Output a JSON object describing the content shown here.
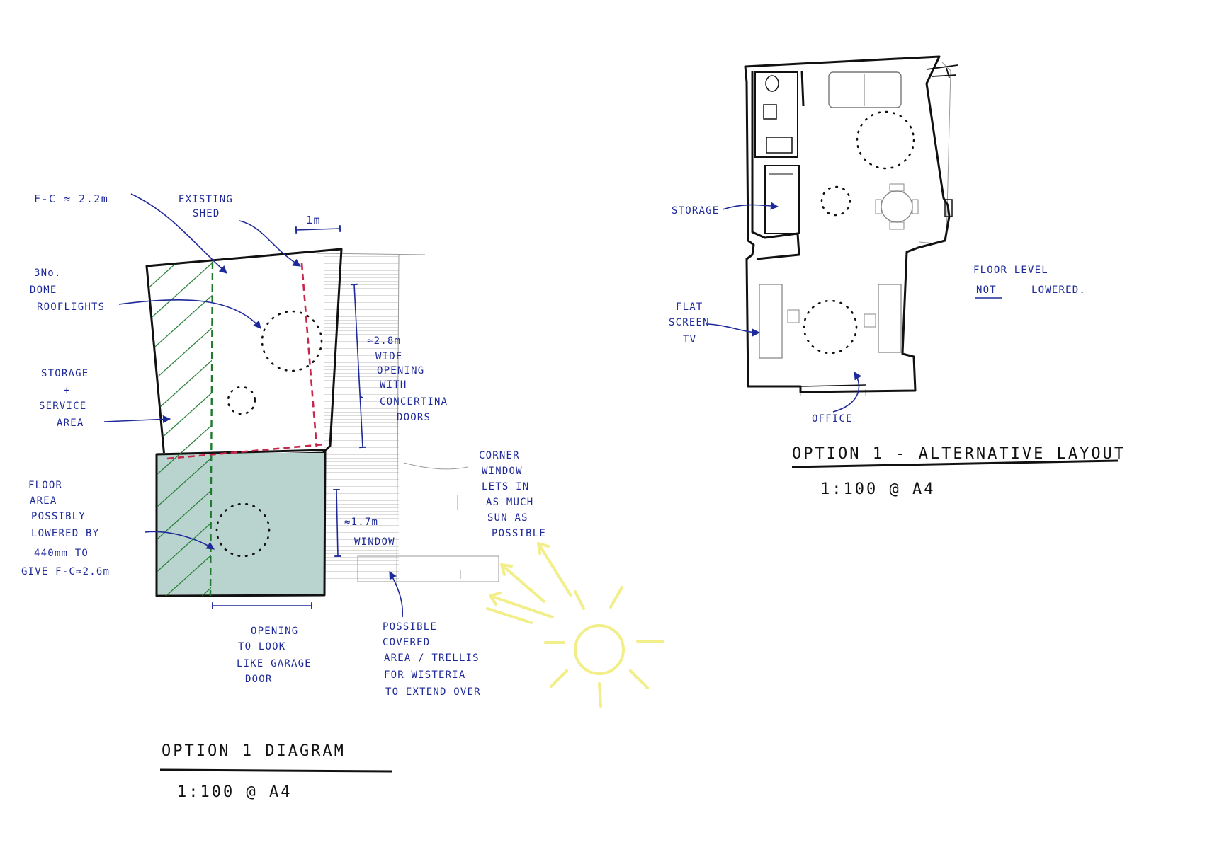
{
  "option1_diagram": {
    "title": "OPTION 1 DIAGRAM",
    "scale": "1:100 @ A4",
    "notes": {
      "fc_height": "F-C ≈ 2.2m",
      "existing_shed_1": "EXISTING",
      "existing_shed_2": "SHED",
      "one_metre": "1m",
      "rooflights_1": "3No.",
      "rooflights_2": "DOME",
      "rooflights_3": "ROOFLIGHTS",
      "storage_1": "STORAGE",
      "storage_2": "+",
      "storage_3": "SERVICE",
      "storage_4": "AREA",
      "wide_opening_1": "≈2.8m",
      "wide_opening_2": "WIDE",
      "wide_opening_3": "OPENING",
      "wide_opening_4": "WITH",
      "wide_opening_5": "CONCERTINA",
      "wide_opening_6": "DOORS",
      "floor_area_1": "FLOOR",
      "floor_area_2": "AREA",
      "floor_area_3": "POSSIBLY",
      "floor_area_4": "LOWERED BY",
      "floor_area_5": "440mm TO",
      "floor_area_6": "GIVE F-C≈2.6m",
      "window_dim": "≈1.7m",
      "window_word": "WINDOW",
      "corner_window_1": "CORNER",
      "corner_window_2": "WINDOW",
      "corner_window_3": "LETS IN",
      "corner_window_4": "AS MUCH",
      "corner_window_5": "SUN AS",
      "corner_window_6": "POSSIBLE",
      "garage_1": "OPENING",
      "garage_2": "TO LOOK",
      "garage_3": "LIKE GARAGE",
      "garage_4": "DOOR",
      "trellis_1": "POSSIBLE",
      "trellis_2": "COVERED",
      "trellis_3": "AREA / TRELLIS",
      "trellis_4": "FOR WISTERIA",
      "trellis_5": "TO EXTEND OVER"
    }
  },
  "option1_alternative": {
    "title": "OPTION 1 - ALTERNATIVE LAYOUT",
    "scale": "1:100 @ A4",
    "notes": {
      "storage": "STORAGE",
      "flat_screen_1": "FLAT",
      "flat_screen_2": "SCREEN",
      "flat_screen_3": "TV",
      "office": "OFFICE",
      "floor_level_1": "FLOOR LEVEL",
      "floor_level_2": "NOT",
      "floor_level_3": "LOWERED."
    }
  },
  "colors": {
    "blue_ink": "#1f2a9a",
    "black_ink": "#111111",
    "green_hatch": "#1f7a2e",
    "red_dash": "#c8264a",
    "teal_wash": "#b9d3cf",
    "sun_yellow": "#f2ee8a"
  }
}
